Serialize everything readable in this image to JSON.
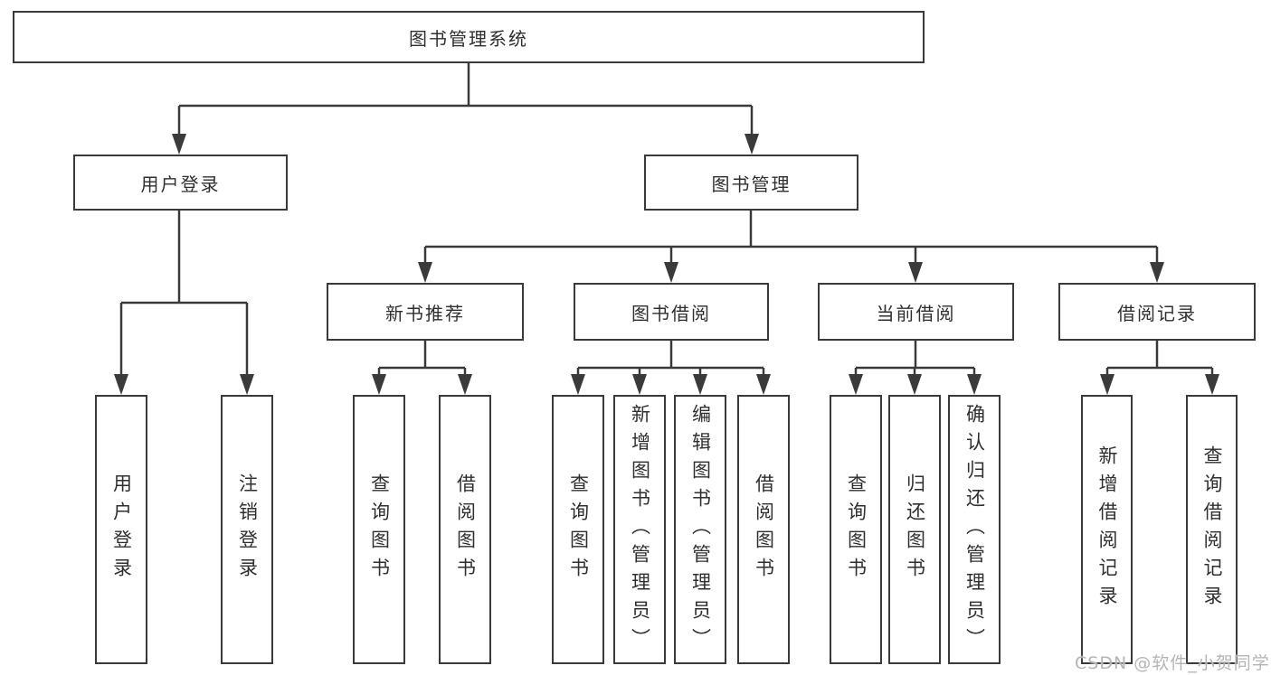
{
  "diagram": {
    "root": {
      "label": "图书管理系统"
    },
    "level2": [
      {
        "label": "用户登录"
      },
      {
        "label": "图书管理"
      }
    ],
    "level3": [
      {
        "label": "新书推荐"
      },
      {
        "label": "图书借阅"
      },
      {
        "label": "当前借阅"
      },
      {
        "label": "借阅记录"
      }
    ],
    "leaves": {
      "user_login": [
        {
          "label": "用户登录"
        },
        {
          "label": "注销登录"
        }
      ],
      "new_book_recommend": [
        {
          "label": "查询图书"
        },
        {
          "label": "借阅图书"
        }
      ],
      "book_borrow": [
        {
          "label": "查询图书"
        },
        {
          "label": "新增图书（管理员）"
        },
        {
          "label": "编辑图书（管理员）"
        },
        {
          "label": "借阅图书"
        }
      ],
      "current_borrow": [
        {
          "label": "查询图书"
        },
        {
          "label": "归还图书"
        },
        {
          "label": "确认归还（管理员）"
        }
      ],
      "borrow_records": [
        {
          "label": "新增借阅记录"
        },
        {
          "label": "查询借阅记录"
        }
      ]
    }
  },
  "watermark": {
    "text": "CSDN @软件_小贺同学"
  },
  "colors": {
    "line": "#3a3a3a",
    "text": "#2f2f2f",
    "bg": "#ffffff",
    "watermark": "#b5b5b5"
  }
}
